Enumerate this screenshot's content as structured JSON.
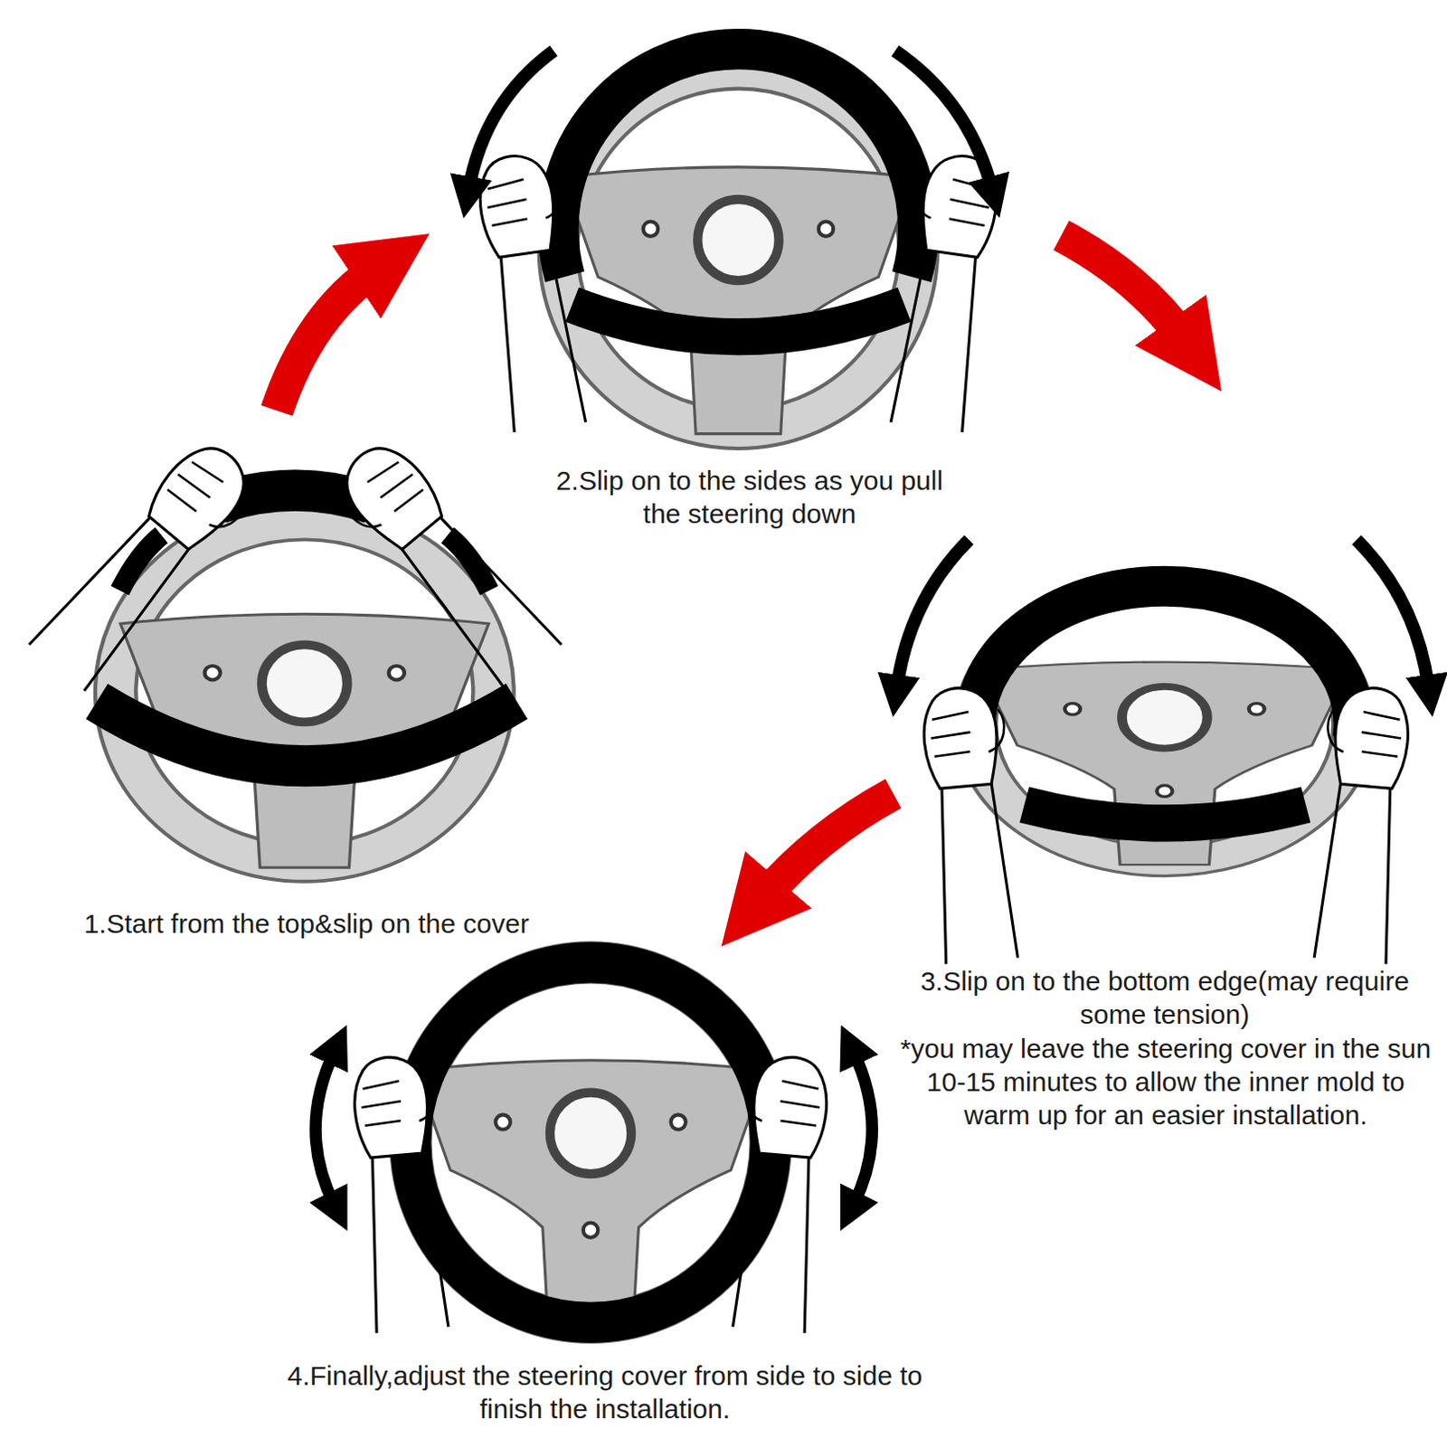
{
  "diagram": {
    "labels": [
      "2.Slip on to the sides as you pull the steering down",
      "1.Start from the top&slip on the cover",
      "3.Slip on to the bottom edge(may require some tension)",
      "*you may leave the steering cover in the sun 10-15 minutes to allow the inner mold to warm up for an easier installation.",
      "4.Finally,adjust the steering cover from side to side to finish the installation."
    ]
  }
}
